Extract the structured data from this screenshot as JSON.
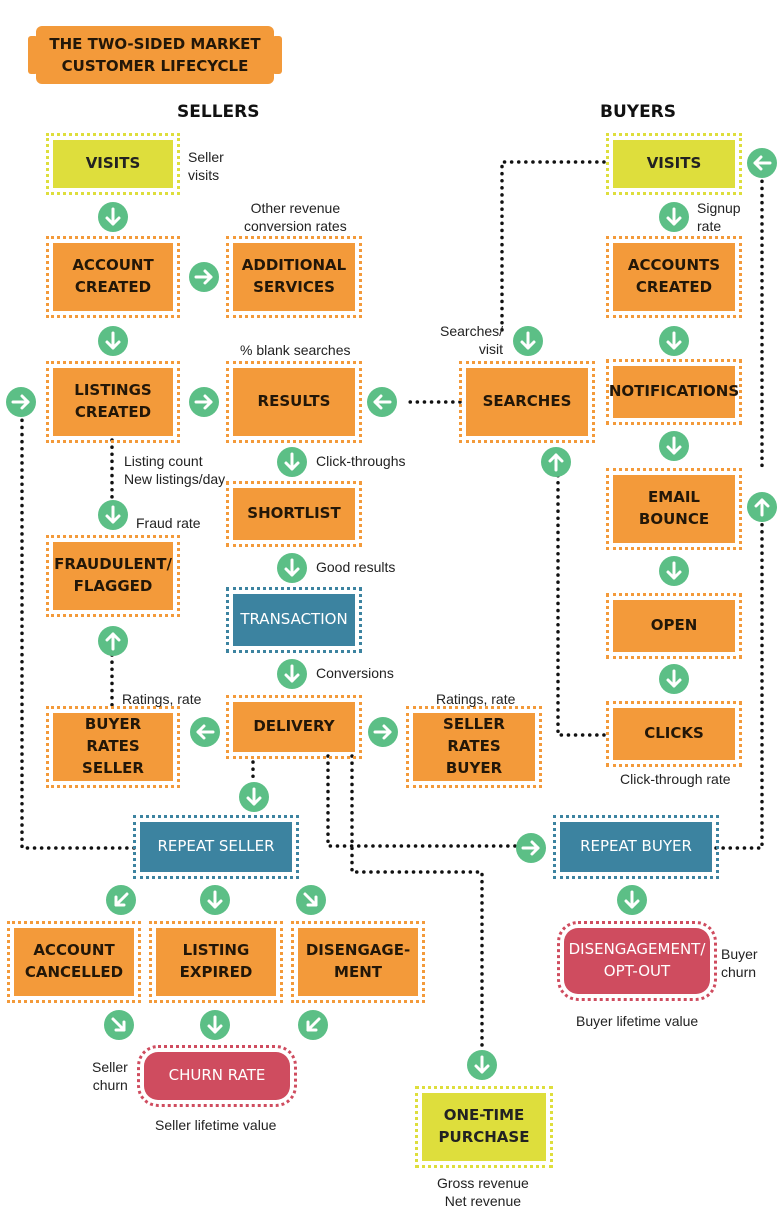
{
  "title": {
    "line1": "THE TWO-SIDED MARKET",
    "line2": "CUSTOMER LIFECYCLE"
  },
  "headings": {
    "sellers": "SELLERS",
    "buyers": "BUYERS"
  },
  "boxes": {
    "seller_visits": "VISITS",
    "account_created": [
      "ACCOUNT",
      "CREATED"
    ],
    "additional_services": [
      "ADDITIONAL",
      "SERVICES"
    ],
    "listings_created": [
      "LISTINGS",
      "CREATED"
    ],
    "results": "RESULTS",
    "searches": "SEARCHES",
    "shortlist": "SHORTLIST",
    "fraudulent_flagged": [
      "FRAUDULENT/",
      "FLAGGED"
    ],
    "transaction": "TRANSACTION",
    "delivery": "DELIVERY",
    "buyer_rates_seller": [
      "BUYER RATES",
      "SELLER"
    ],
    "seller_rates_buyer": [
      "SELLER RATES",
      "BUYER"
    ],
    "repeat_seller": "REPEAT SELLER",
    "repeat_buyer": "REPEAT BUYER",
    "account_cancelled": [
      "ACCOUNT",
      "CANCELLED"
    ],
    "listing_expired": [
      "LISTING",
      "EXPIRED"
    ],
    "disengagement": [
      "DISENGAGE-",
      "MENT"
    ],
    "churn_rate": "CHURN RATE",
    "one_time_purchase": [
      "ONE-TIME",
      "PURCHASE"
    ],
    "buyer_visits": "VISITS",
    "accounts_created": [
      "ACCOUNTS",
      "CREATED"
    ],
    "notifications": "NOTIFICATIONS",
    "email_bounce": [
      "EMAIL",
      "BOUNCE"
    ],
    "open": "OPEN",
    "clicks": "CLICKS",
    "disengagement_optout": [
      "DISENGAGEMENT/",
      "OPT-OUT"
    ]
  },
  "notes": {
    "seller_visits": [
      "Seller",
      "visits"
    ],
    "other_revenue": [
      "Other revenue",
      "conversion rates"
    ],
    "blank_searches": "% blank searches",
    "searches_visit": [
      "Searches/",
      "visit"
    ],
    "signup_rate": [
      "Signup",
      "rate"
    ],
    "listing_count": [
      "Listing count",
      "New listings/day"
    ],
    "fraud_rate": "Fraud rate",
    "click_throughs": "Click-throughs",
    "good_results": "Good results",
    "conversions": "Conversions",
    "ratings_left": "Ratings, rate",
    "ratings_right": "Ratings, rate",
    "click_through_rate": "Click-through rate",
    "seller_churn": [
      "Seller",
      "churn"
    ],
    "seller_lifetime": "Seller lifetime value",
    "buyer_churn": [
      "Buyer",
      "churn"
    ],
    "buyer_lifetime": "Buyer lifetime value",
    "revenue": [
      "Gross revenue",
      "Net revenue"
    ]
  },
  "colors": {
    "orange": "#f39a3a",
    "yellow": "#dede3c",
    "blue": "#3c83a0",
    "red": "#cf4c5f",
    "arrow_green": "#5cbf86",
    "connector": "#111111"
  },
  "icons": {
    "arrow_down": "arrow-down-icon",
    "arrow_up": "arrow-up-icon",
    "arrow_left": "arrow-left-icon",
    "arrow_right": "arrow-right-icon",
    "arrow_down_left": "arrow-down-left-icon",
    "arrow_down_right": "arrow-down-right-icon"
  }
}
